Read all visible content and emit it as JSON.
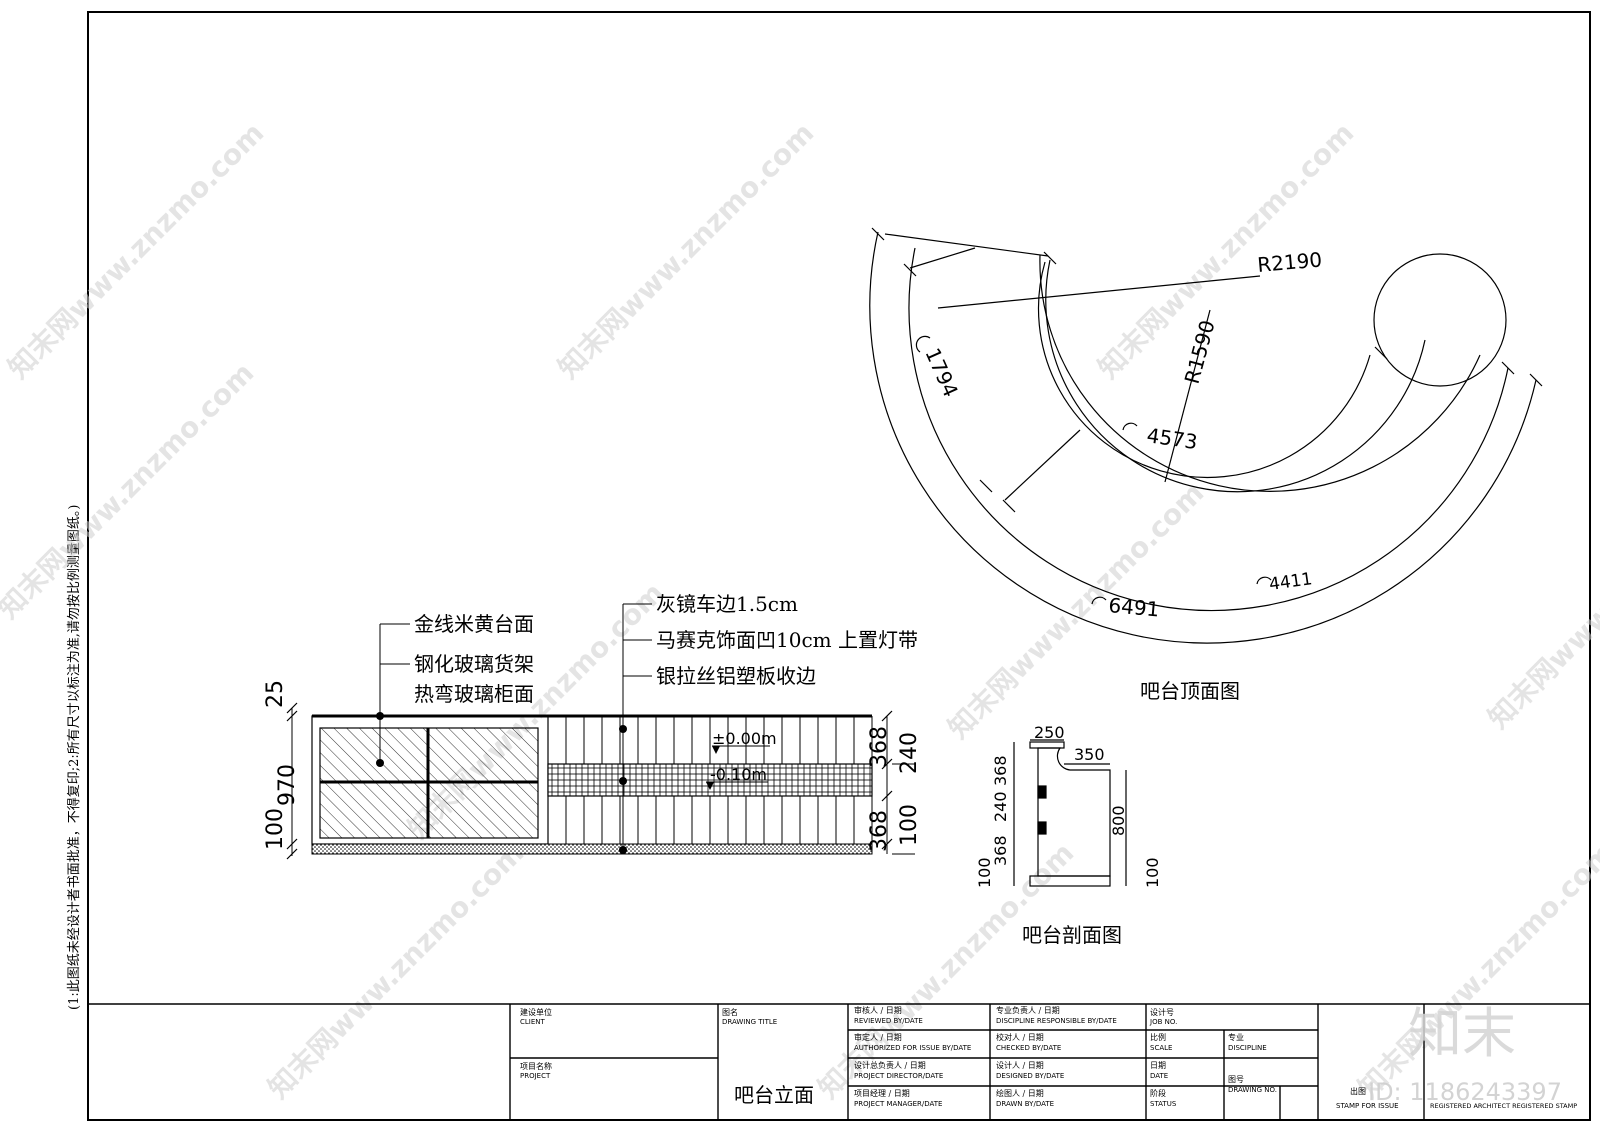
{
  "side_note": "(1:此图纸未经设计者书面批准，不得复印;2:所有尺寸以标注为准,请勿按比例测量图纸。)",
  "watermark": {
    "text": "知末网www.znzmo.com",
    "brand": "知末",
    "id_text": "ID: 1186243397"
  },
  "top_plan": {
    "title": "吧台顶面图",
    "dims": {
      "r_outer": "R2190",
      "r_inner": "R1590",
      "arc_1794": "1794",
      "arc_4573": "4573",
      "arc_4411": "4411",
      "arc_6491": "6491"
    }
  },
  "elevation": {
    "callouts_left": [
      "金线米黄台面",
      "钢化玻璃货架",
      "热弯玻璃柜面"
    ],
    "callouts_right": [
      "灰镜车边1.5cm",
      "马赛克饰面凹10cm 上置灯带",
      "银拉丝铝塑板收边"
    ],
    "dims_left": {
      "d25": "25",
      "d970": "970",
      "d100": "100"
    },
    "dims_right": {
      "d368a": "368",
      "d240": "240",
      "d368b": "368",
      "d100": "100"
    },
    "levels": {
      "l0": "±0.00m",
      "l1": "-0.10m"
    }
  },
  "section": {
    "title": "吧台剖面图",
    "dims": {
      "d250": "250",
      "d350": "350",
      "d368a": "368",
      "d240": "240",
      "d368b": "368",
      "d100l": "100",
      "d800": "800",
      "d100r": "100"
    }
  },
  "title_block": {
    "client_cn": "建设单位",
    "client_en": "CLIENT",
    "project_cn": "项目名称",
    "project_en": "PROJECT",
    "drawing_title_cn": "图名",
    "drawing_title_en": "DRAWING TITLE",
    "drawing_title_value": "吧台立面",
    "reviewed_cn": "审核人 / 日期",
    "reviewed_en": "REVIEWED BY/DATE",
    "authorized_cn": "审定人 / 日期",
    "authorized_en": "AUTHORIZED FOR ISSUE BY/DATE",
    "director_cn": "设计总负责人 / 日期",
    "director_en": "PROJECT DIRECTOR/DATE",
    "manager_cn": "项目经理 / 日期",
    "manager_en": "PROJECT MANAGER/DATE",
    "discipline_resp_cn": "专业负责人 / 日期",
    "discipline_resp_en": "DISCIPLINE RESPONSIBLE BY/DATE",
    "checked_cn": "校对人 / 日期",
    "checked_en": "CHECKED BY/DATE",
    "designed_cn": "设计人 / 日期",
    "designed_en": "DESIGNED BY/DATE",
    "drawn_cn": "绘图人 / 日期",
    "drawn_en": "DRAWN BY/DATE",
    "job_cn": "设计号",
    "job_en": "JOB NO.",
    "scale_cn": "比例",
    "scale_en": "SCALE",
    "date_cn": "日期",
    "date_en": "DATE",
    "status_cn": "阶段",
    "status_en": "STATUS",
    "discipline_cn": "专业",
    "discipline_en": "DISCIPLINE",
    "drawing_no_cn": "图号",
    "drawing_no_en": "DRAWING NO.",
    "stamp_issue_cn": "出图",
    "stamp_issue_en": "STAMP FOR ISSUE",
    "arch_stamp_en": "REGISTERED ARCHITECT REGISTERED STAMP"
  }
}
